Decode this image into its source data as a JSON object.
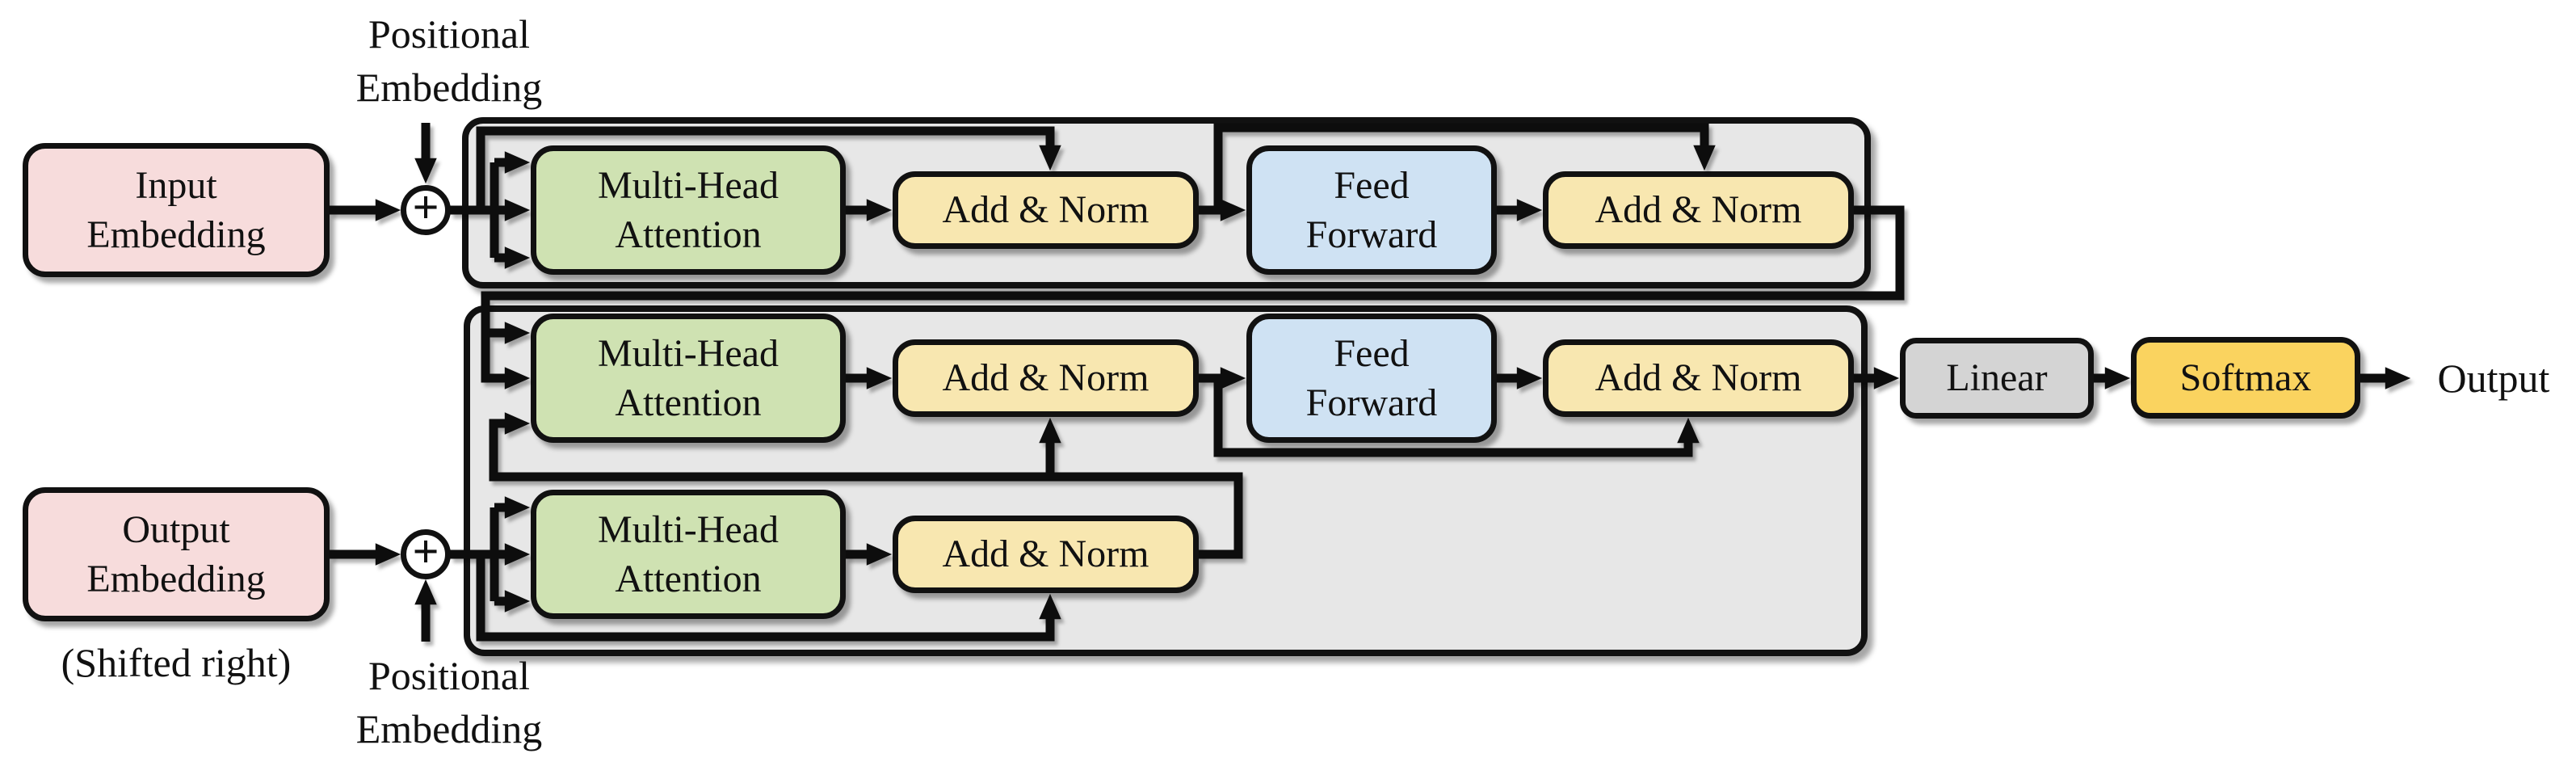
{
  "colors": {
    "pink": "#f7dcdc",
    "green": "#cfe2b2",
    "yellow": "#f8e7b0",
    "blue": "#cfe2f3",
    "graybox": "#d4d4d4",
    "gold": "#fad35f",
    "container": "#e7e7e7",
    "line": "#111111"
  },
  "inputs": {
    "input_embedding": "Input\nEmbedding",
    "positional_embedding_top": "Positional\nEmbedding",
    "output_embedding": "Output\nEmbedding",
    "shifted_right": "(Shifted right)",
    "positional_embedding_bottom": "Positional\nEmbedding",
    "plus_symbol": "+"
  },
  "encoder": {
    "multi_head_attention": "Multi-Head\nAttention",
    "add_norm_1": "Add & Norm",
    "feed_forward": "Feed\nForward",
    "add_norm_2": "Add & Norm"
  },
  "decoder": {
    "cross_multi_head_attention": "Multi-Head\nAttention",
    "add_norm_cross": "Add & Norm",
    "feed_forward": "Feed\nForward",
    "add_norm_ff": "Add & Norm",
    "masked_multi_head_attention": "Multi-Head\nAttention",
    "add_norm_masked": "Add & Norm"
  },
  "head": {
    "linear": "Linear",
    "softmax": "Softmax",
    "output_label": "Output"
  }
}
